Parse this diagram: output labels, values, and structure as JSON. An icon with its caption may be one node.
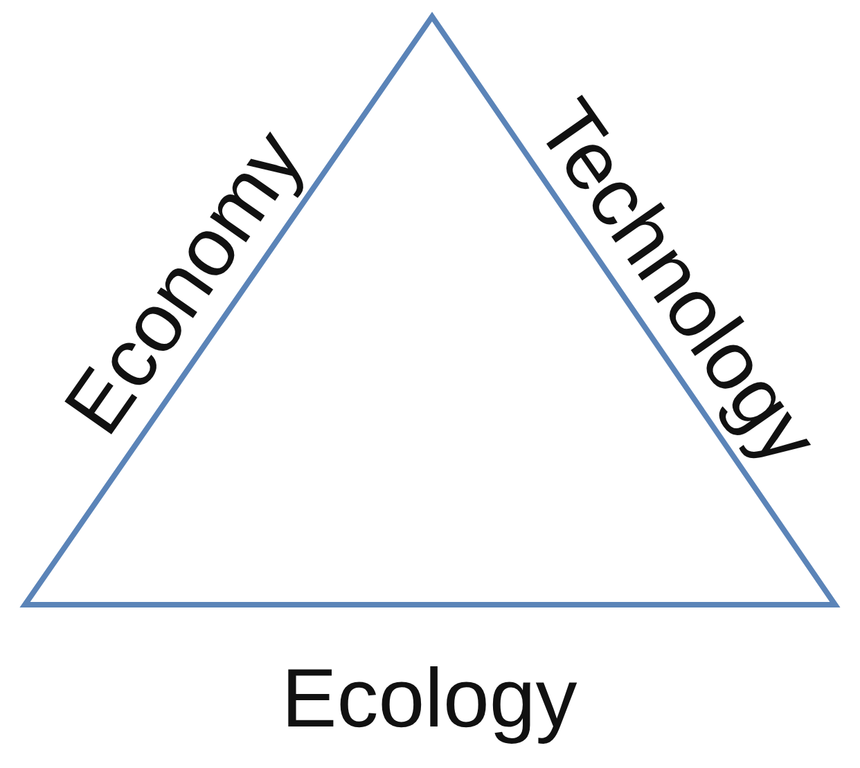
{
  "diagram": {
    "labels": [
      "Economy",
      "Technology",
      "Ecology"
    ]
  }
}
